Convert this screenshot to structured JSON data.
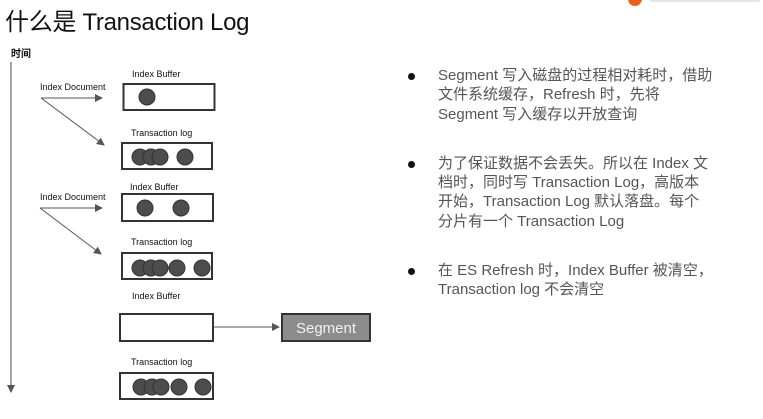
{
  "title": "什么是 Transaction Log",
  "timeline_label": "时间",
  "diagram": {
    "index_document": "Index Document",
    "index_buffer": "Index Buffer",
    "transaction_log": "Transaction log",
    "segment": "Segment"
  },
  "bullets": [
    {
      "lines": [
        "Segment 写入磁盘的过程相对耗时，借助",
        "文件系统缓存，Refresh 时，先将",
        "Segment 写入缓存以开放查询"
      ]
    },
    {
      "lines": [
        "为了保证数据不会丢失。所以在 Index 文",
        "档时，同时写 Transaction Log，高版本",
        "开始，Transaction Log 默认落盘。每个",
        "分片有一个 Transaction Log"
      ]
    },
    {
      "lines": [
        "在 ES Refresh 时，Index Buffer 被清空，",
        "Transaction log 不会清空"
      ]
    }
  ],
  "colors": {
    "accent": "#e8601c",
    "doc": "#4d4d4d",
    "segment_bg": "#8c8c8c",
    "text": "#555555"
  }
}
